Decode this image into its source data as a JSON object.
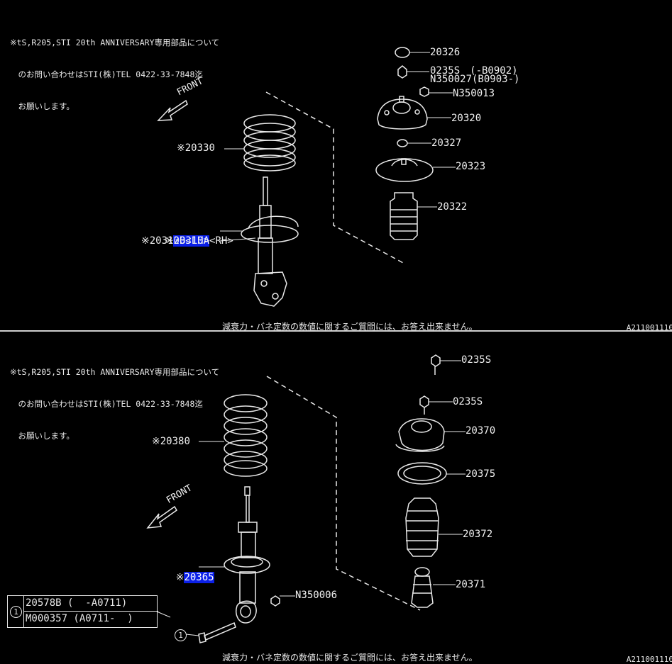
{
  "top": {
    "note": [
      "※tS,R205,STI 20th ANNIVERSARY専用部品について",
      "　のお問い合わせはSTI(株)TEL 0422-33-7848迄",
      "　お願いします。"
    ],
    "front_label": "FRONT",
    "parts": {
      "p20326": "20326",
      "p02355": "0235S　(-B0902)",
      "pN350027": "N350027(B0903-)",
      "pN350013": "N350013",
      "p20320": "20320",
      "p20327": "20327",
      "p20323": "20323",
      "p20322": "20322",
      "p20330": "※20330",
      "p20310A_mark": "※",
      "p20310A": "20310A",
      "p20310A_side": "<RH>",
      "p20310B": "※20310B<LH>"
    },
    "footer": "減衰力・バネ定数の数値に関するご質問には、お答え出来ません。",
    "corner": "A211001110"
  },
  "bottom": {
    "note": [
      "※tS,R205,STI 20th ANNIVERSARY専用部品について",
      "　のお問い合わせはSTI(株)TEL 0422-33-7848迄",
      "　お願いします。"
    ],
    "front_label": "FRONT",
    "parts": {
      "p02355a": "0235S",
      "p02355b": "0235S",
      "p20370": "20370",
      "p20380": "※20380",
      "p20375": "20375",
      "p20372": "20372",
      "p20365_mark": "※",
      "p20365": "20365",
      "p20371": "20371",
      "pN350006": "N350006"
    },
    "legend": {
      "number": "1",
      "row1": "20578B (  -A0711)",
      "row2": "M000357 (A0711-  )"
    },
    "callout": "1",
    "footer": "減衰力・バネ定数の数値に関するご質問には、お答え出来ません。",
    "corner": "A211001110"
  }
}
